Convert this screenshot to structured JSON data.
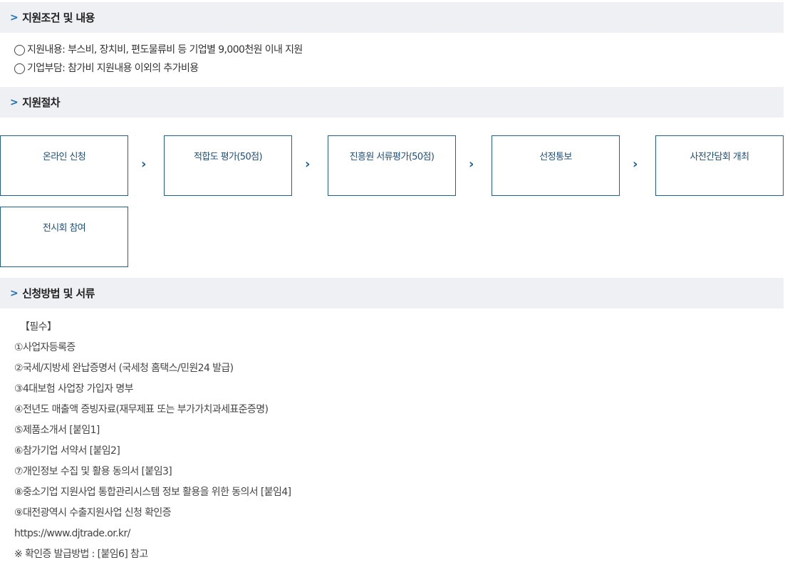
{
  "sections": {
    "conditions_title": "지원조건 및 내용",
    "procedure_title": "지원절차",
    "application_title": "신청방법 및 서류"
  },
  "conditions": {
    "items": [
      "지원내용: 부스비, 장치비, 편도물류비 등 기업별 9,000천원 이내 지원",
      "기업부담: 참가비 지원내용 이외의 추가비용"
    ]
  },
  "procedure": {
    "steps": [
      "온라인 신청",
      "적합도 평가(50점)",
      "진흥원 서류평가(50점)",
      "선정통보",
      "사전간담회 개최",
      "전시회 참여"
    ]
  },
  "documents": {
    "required_label": "【필수】",
    "items": [
      "①사업자등록증",
      "②국세/지방세 완납증명서 (국세청 홈택스/민원24 발급)",
      "③4대보험 사업장 가입자 명부",
      "④전년도 매출액 증빙자료(재무제표 또는 부가가치과세표준증명)",
      "⑤제품소개서 [붙임1]",
      "⑥참가기업 서약서 [붙임2]",
      "⑦개인정보 수집 및 활용 동의서 [붙임3]",
      "⑧중소기업 지원사업 통합관리시스템 정보 활용을 위한 동의서 [붙임4]",
      "⑨대전광역시 수출지원사업 신청 확인증"
    ],
    "url": "https://www.djtrade.or.kr/",
    "note": "※ 확인증 발급방법 : [붙임6] 참고"
  }
}
